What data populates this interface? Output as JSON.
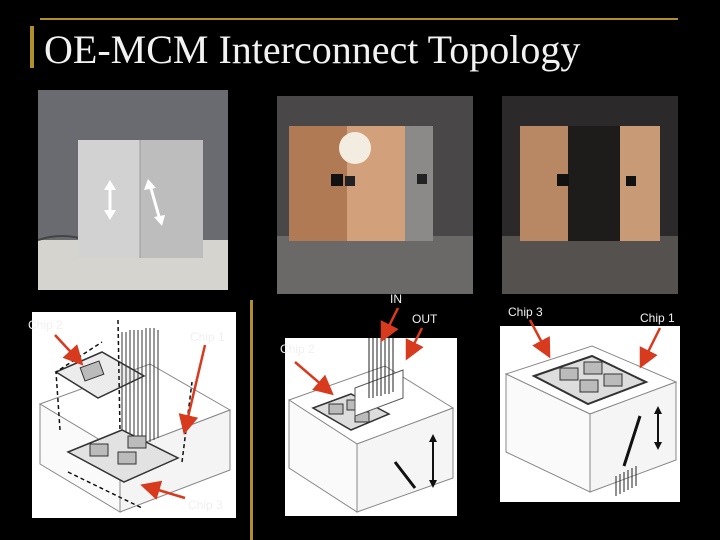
{
  "title": "OE-MCM Interconnect Topology",
  "labels": {
    "in": "IN",
    "out": "OUT",
    "chip2_left": "Chip 2",
    "chip1_left": "Chip 1",
    "chip3_left": "Chip 3",
    "chip2_mid": "Chip 2",
    "chip3_right": "Chip 3",
    "chip1_right": "Chip 1"
  },
  "colors": {
    "accent": "#b08e2c",
    "arrow": "#d83a1e"
  }
}
